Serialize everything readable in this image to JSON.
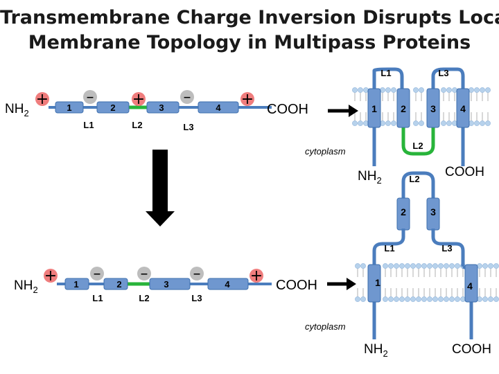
{
  "title": {
    "line1": "Transmembrane Charge Inversion Disrupts Local",
    "line2": "Membrane Topology in Multipass Proteins"
  },
  "labels": {
    "nh2": "NH",
    "nh2_sub": "2",
    "cooh": "COOH",
    "cytoplasm": "cytoplasm",
    "plus": "+",
    "minus": "–",
    "tm1": "1",
    "tm2": "2",
    "tm3": "3",
    "tm4": "4",
    "l1": "L1",
    "l2": "L2",
    "l3": "L3"
  },
  "colors": {
    "helix": "#6f97cf",
    "helix_dark": "#3d6fae",
    "loop": "#4b7dbd",
    "green_loop": "#28b43a",
    "plus_bg": "#ef7d7d",
    "minus_bg": "#bdbdbd",
    "lipid_head": "#b7d2ec",
    "arrow": "#000000"
  }
}
